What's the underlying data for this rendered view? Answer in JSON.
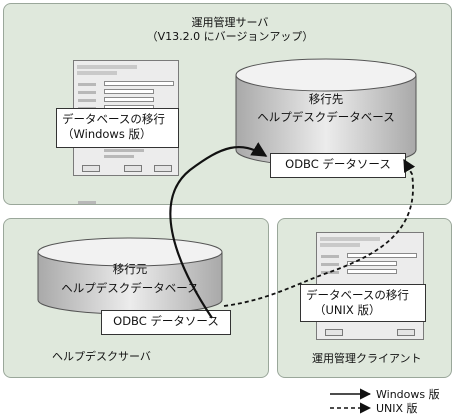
{
  "server_panel": {
    "title_line1": "運用管理サーバ",
    "title_line2": "（V13.2.0 にバージョンアップ）"
  },
  "helpdesk_panel": {
    "title": "ヘルプデスクサーバ"
  },
  "client_panel": {
    "title": "運用管理クライアント"
  },
  "target_db": {
    "line1": "移行先",
    "line2": "ヘルプデスクデータベース"
  },
  "source_db": {
    "line1": "移行元",
    "line2": "ヘルプデスクデータベース"
  },
  "migration_windows": {
    "line1": "データベースの移行",
    "line2": "（Windows 版）"
  },
  "migration_unix": {
    "line1": "データベースの移行",
    "line2": "（UNIX 版）"
  },
  "odbc_server": "ODBC データソース",
  "odbc_helpdesk": "ODBC データソース",
  "legend": {
    "windows": "Windows 版",
    "unix": "UNIX 版"
  },
  "colors": {
    "panel_fill": "#dfe8dc",
    "line": "#111111"
  }
}
